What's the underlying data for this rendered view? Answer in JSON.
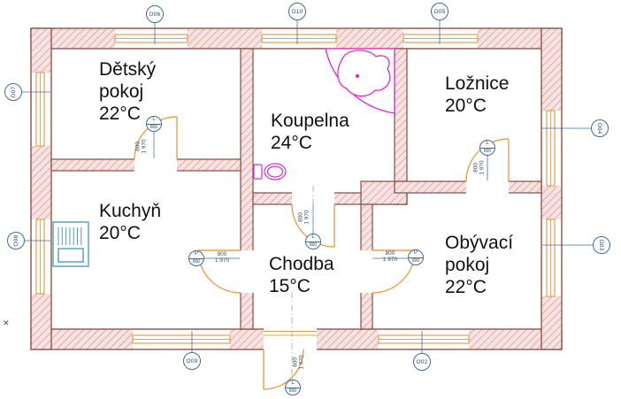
{
  "floor_plan": {
    "rooms": [
      {
        "name": "Dětský pokoj",
        "temperature": "22°C",
        "lines": [
          "Dětský",
          "pokoj",
          "22°C"
        ]
      },
      {
        "name": "Koupelna",
        "temperature": "24°C",
        "lines": [
          "Koupelna",
          "24°C"
        ]
      },
      {
        "name": "Ložnice",
        "temperature": "20°C",
        "lines": [
          "Ložnice",
          "20°C"
        ]
      },
      {
        "name": "Kuchyň",
        "temperature": "20°C",
        "lines": [
          "Kuchyň",
          "20°C"
        ]
      },
      {
        "name": "Chodba",
        "temperature": "15°C",
        "lines": [
          "Chodba",
          "15°C"
        ]
      },
      {
        "name": "Obývací pokoj",
        "temperature": "22°C",
        "lines": [
          "Obývací",
          "pokoj",
          "22°C"
        ]
      }
    ],
    "window_tags": [
      {
        "id": "O06"
      },
      {
        "id": "O10"
      },
      {
        "id": "O05"
      },
      {
        "id": "O07"
      },
      {
        "id": "O08"
      },
      {
        "id": "O04"
      },
      {
        "id": "O03"
      },
      {
        "id": "O09"
      },
      {
        "id": "O02"
      }
    ],
    "door_tags": [
      {
        "swing": "L",
        "size": "800"
      },
      {
        "swing": "L",
        "size": "800"
      },
      {
        "swing": "P",
        "size": "800"
      },
      {
        "swing": "P",
        "size": "800"
      },
      {
        "swing": "L",
        "size": "800"
      },
      {
        "swing": "L",
        "size": "800"
      }
    ],
    "door_dims": {
      "width": "800",
      "height": "1 970"
    },
    "corner_mark": "✕",
    "fixtures": [
      "corner-bathtub",
      "toilet",
      "stove"
    ],
    "colors": {
      "wall_outline": "#8b4a42",
      "wall_hatch": "#d08c8c",
      "wall_fill": "#f8e3e3",
      "joinery_orange": "#ef9d43",
      "fixture_magenta": "#e028d8",
      "appliance_teal": "#4f9cba",
      "tag_blue": "#3f6b96",
      "text_black": "#111111"
    }
  }
}
